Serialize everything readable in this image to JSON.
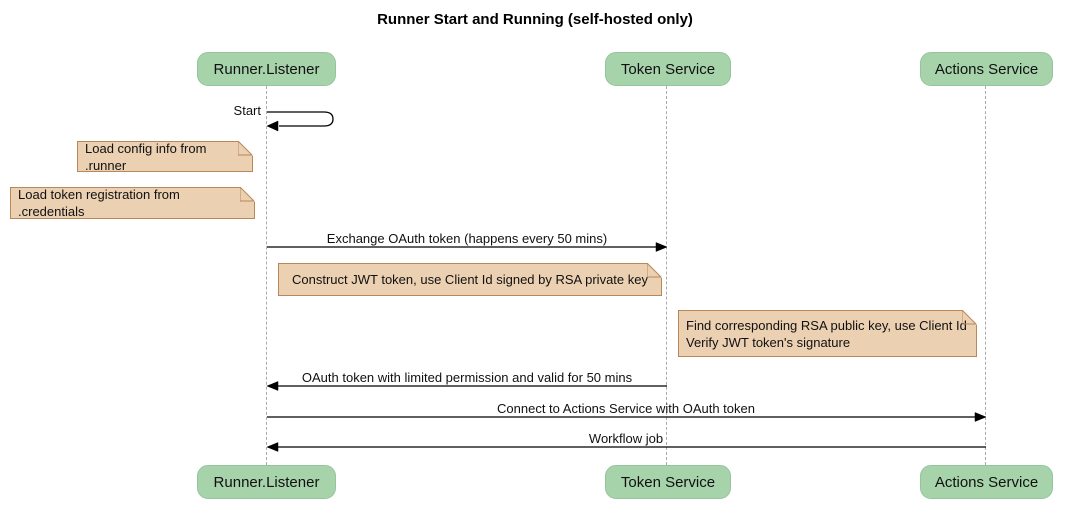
{
  "title": "Runner Start and Running (self-hosted only)",
  "participants": {
    "runner": "Runner.Listener",
    "token": "Token Service",
    "actions": "Actions Service"
  },
  "messages": {
    "start": "Start",
    "exchange": "Exchange OAuth token (happens every 50 mins)",
    "oauth_return": "OAuth token with limited permission and valid for 50 mins",
    "connect": "Connect to Actions Service with OAuth token",
    "workflow": "Workflow job"
  },
  "notes": {
    "load_config": "Load config info from .runner",
    "load_credentials": "Load token registration from .credentials",
    "construct_jwt": "Construct JWT token, use Client Id signed by RSA private key",
    "verify_jwt": "Find corresponding RSA public key, use Client Id\nVerify JWT token's signature"
  },
  "colors": {
    "participant_fill": "#A7D3AB",
    "participant_border": "#97C49D",
    "note_fill": "#EBD0B2",
    "note_border": "#B8885C",
    "lifeline": "#AAAAAA",
    "arrow": "#000000"
  }
}
